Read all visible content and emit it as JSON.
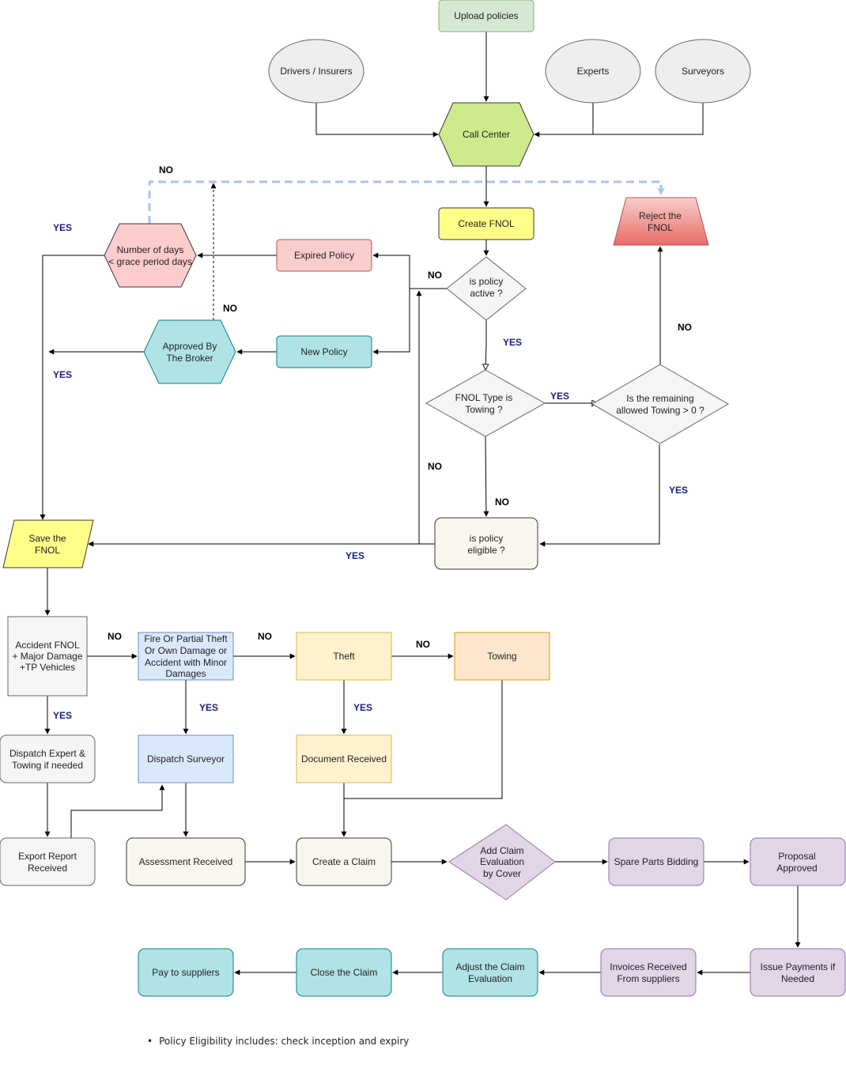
{
  "nodes": {
    "upload": [
      "Upload policies"
    ],
    "drivers": [
      "Drivers / Insurers"
    ],
    "experts": [
      "Experts"
    ],
    "surveyors": [
      "Surveyors"
    ],
    "call_center": [
      "Call Center"
    ],
    "create_fnol": [
      "Create FNOL"
    ],
    "reject": [
      "Reject the",
      "FNOL"
    ],
    "grace": [
      "Number of days",
      "< grace period days"
    ],
    "expired": [
      "Expired Policy"
    ],
    "new_policy": [
      "New Policy"
    ],
    "broker": [
      "Approved By",
      "The Broker"
    ],
    "policy_active": [
      "is policy",
      "active ?"
    ],
    "fnol_towing": [
      "FNOL Type is",
      "Towing ?"
    ],
    "remaining": [
      "Is the remaining",
      "allowed Towing > 0 ?"
    ],
    "eligible": [
      "is policy",
      "eligible ?"
    ],
    "save": [
      "Save the",
      "FNOL"
    ],
    "accident": [
      "Accident FNOL",
      "+ Major Damage",
      "+TP Vehicles"
    ],
    "fire": [
      "Fire Or Partial Theft",
      "Or Own Damage or",
      "Accident with Minor",
      "Damages"
    ],
    "theft": [
      "Theft"
    ],
    "towing": [
      "Towing"
    ],
    "dispatch_expert": [
      "Dispatch Expert &",
      "Towing if needed"
    ],
    "dispatch_surveyor": [
      "Dispatch Surveyor"
    ],
    "document": [
      "Document Received"
    ],
    "export_report": [
      "Export Report",
      "Received"
    ],
    "assessment": [
      "Assessment Received"
    ],
    "create_claim": [
      "Create a Claim"
    ],
    "add_eval": [
      "Add Claim",
      "Evaluation",
      "by Cover"
    ],
    "spare_parts": [
      "Spare Parts Bidding"
    ],
    "proposal": [
      "Proposal",
      "Approved"
    ],
    "issue_payments": [
      "Issue Payments if",
      "Needed"
    ],
    "invoices": [
      "Invoices Received",
      "From suppliers"
    ],
    "adjust": [
      "Adjust the Claim",
      "Evaluation"
    ],
    "close": [
      "Close the Claim"
    ],
    "pay": [
      "Pay to suppliers"
    ]
  },
  "edge_labels": {
    "no_dashed_top": "NO",
    "yes_grace": "YES",
    "no_policy_active": "NO",
    "no_broker": "NO",
    "yes_broker": "YES",
    "yes_policy_active": "YES",
    "no_remaining": "NO",
    "yes_fnol_towing": "YES",
    "no_eligible_loop": "NO",
    "no_fnol_towing": "NO",
    "yes_remaining": "YES",
    "yes_eligible": "YES",
    "no_accident": "NO",
    "no_fire": "NO",
    "no_theft": "NO",
    "yes_accident": "YES",
    "yes_fire": "YES",
    "yes_theft": "YES"
  },
  "footnote": {
    "bullet": "•",
    "text": "Policy Eligibility includes: check inception and expiry"
  },
  "colors": {
    "gray_fill": "#eeeeee",
    "gray_stroke": "#666666",
    "green_fill": "#d5e8d4",
    "green_stroke": "#82b366",
    "lime_fill": "#cdeb8b",
    "yellow_fill": "#ffff88",
    "red_light_fill": "#f8cecc",
    "red_stroke": "#b85450",
    "teal_fill": "#b0e3e6",
    "teal_stroke": "#0e8088",
    "blue_fill": "#dae8fc",
    "blue_stroke": "#6c8ebf",
    "orange_light_fill": "#fff2cc",
    "orange_light_stroke": "#d6b656",
    "peach_fill": "#ffe6cc",
    "peach_stroke": "#d79b00",
    "purple_fill": "#e1d5e7",
    "purple_stroke": "#9673a6",
    "cream_fill": "#f9f7ed",
    "cream_stroke": "#36393d",
    "dashed_blue": "#a9c4eb",
    "label_yes": "#1a237e",
    "label_no": "#000000"
  }
}
